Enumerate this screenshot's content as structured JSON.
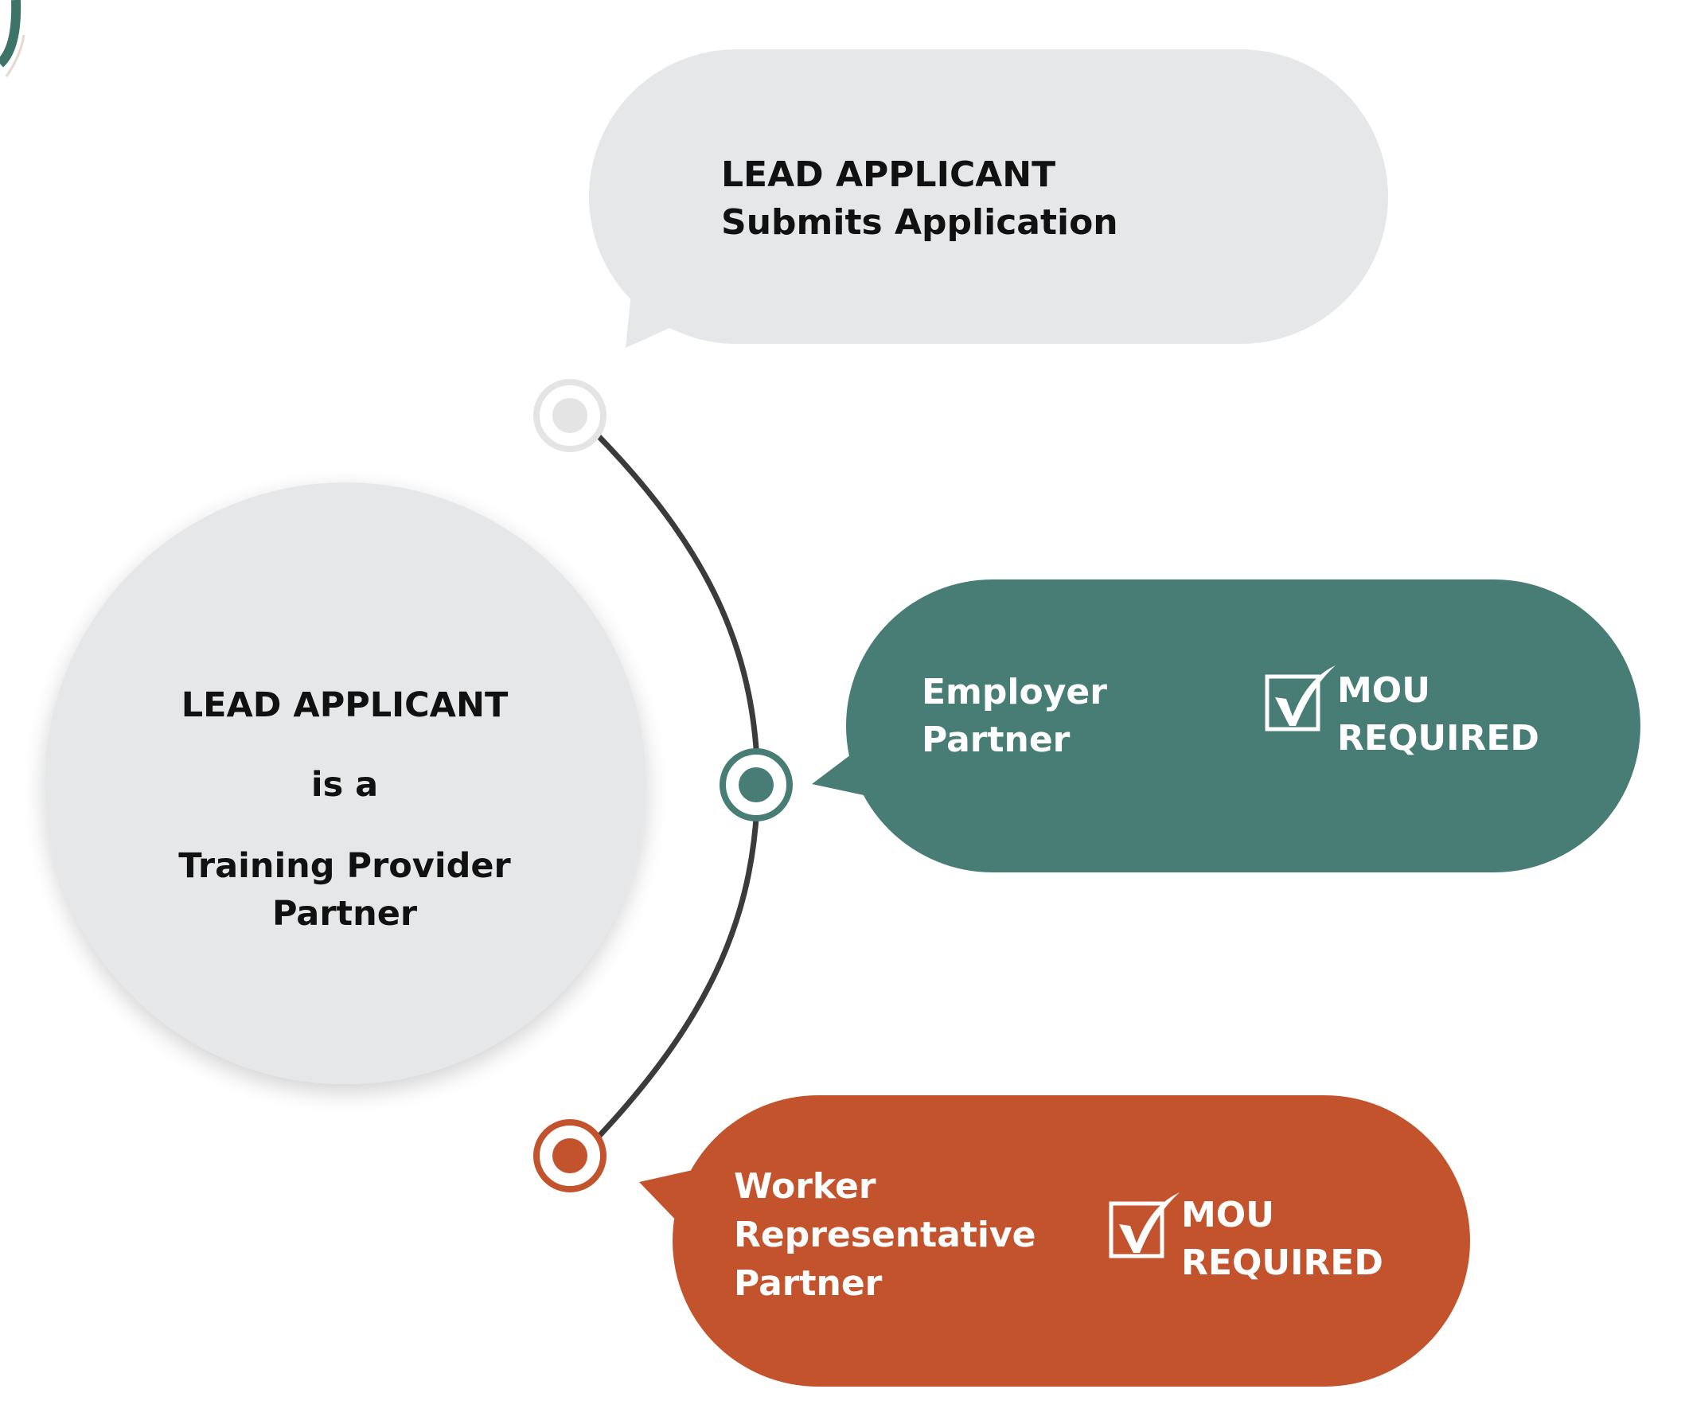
{
  "colors": {
    "bubble_gray": "#e6e7e9",
    "teal": "#477d74",
    "rust": "#c2532d",
    "line": "#3b3b3b",
    "node_gray": "#e4e4e4"
  },
  "lead_circle": {
    "line1": "LEAD APPLICANT",
    "line2": "is a",
    "line3": "Training Provider",
    "line4": "Partner"
  },
  "top_bubble": {
    "line1": "LEAD APPLICANT",
    "line2": "Submits Application"
  },
  "employer_bubble": {
    "line1": "Employer",
    "line2": "Partner",
    "mou_line1": "MOU",
    "mou_line2": "REQUIRED",
    "icon": "checkbox-check-icon"
  },
  "worker_bubble": {
    "line1": "Worker",
    "line2": "Representative",
    "line3": "Partner",
    "mou_line1": "MOU",
    "mou_line2": "REQUIRED",
    "icon": "checkbox-check-icon"
  }
}
